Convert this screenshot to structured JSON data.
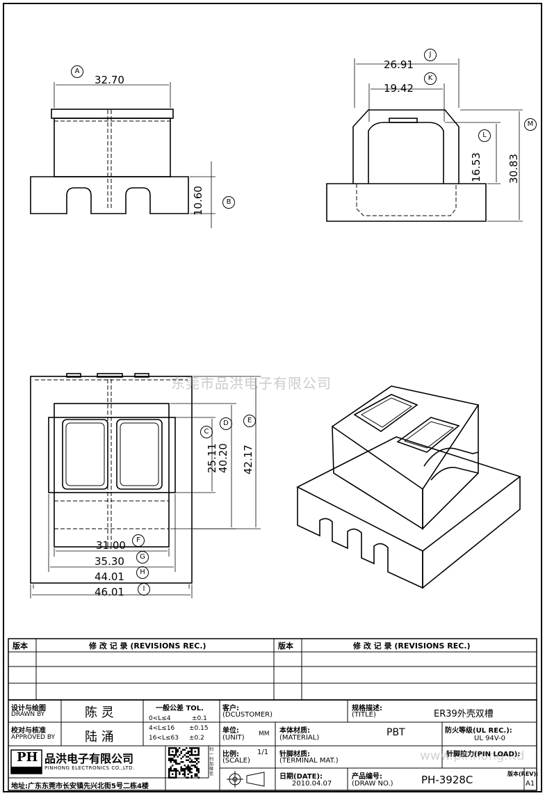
{
  "watermark": "东莞市品洪电子有限公司",
  "watermark_url": "www.pinhong.ltd",
  "dimensions": [
    {
      "id": "A",
      "value": "32.70"
    },
    {
      "id": "B",
      "value": "10.60"
    },
    {
      "id": "J",
      "value": "26.91"
    },
    {
      "id": "K",
      "value": "19.42"
    },
    {
      "id": "L",
      "value": "16.53"
    },
    {
      "id": "M",
      "value": "30.83"
    },
    {
      "id": "C",
      "value": "25.11"
    },
    {
      "id": "D",
      "value": "40.20"
    },
    {
      "id": "E",
      "value": "42.17"
    },
    {
      "id": "F",
      "value": "31.00"
    },
    {
      "id": "G",
      "value": "35.30"
    },
    {
      "id": "H",
      "value": "44.01"
    },
    {
      "id": "I",
      "value": "46.01"
    }
  ],
  "revisions": {
    "version_header": "版本",
    "record_header": "修 改 记 录 (REVISIONS REC.)"
  },
  "title_block": {
    "designer_label_cn": "设计与绘图",
    "designer_label_en": "DRAWN BY",
    "designer_name": "陈 灵",
    "approver_label_cn": "校对与核准",
    "approver_label_en": "APPROVED BY",
    "approver_name": "陆 涌",
    "tol_title": "一般公差 TOL.",
    "tol_rows": [
      {
        "range": "0<L≤4",
        "tol": "±0.1"
      },
      {
        "range": "4<L≤16",
        "tol": "±0.15"
      },
      {
        "range": "16<L≤63",
        "tol": "±0.2"
      }
    ],
    "customer_label_cn": "客户:",
    "customer_label_en": "(DCUSTOMER)",
    "title_label_cn": "规格描述:",
    "title_label_en": "(TITLE)",
    "title_value": "ER39外壳双槽",
    "unit_label_cn": "单位:",
    "unit_label_en": "(UNIT)",
    "unit_value": "MM",
    "material_label_cn": "本体材质:",
    "material_label_en": "(MATERIAL)",
    "material_value": "PBT",
    "fire_label": "防火等级(UL REC.):",
    "fire_value": "UL 94V-0",
    "scale_label_cn": "比例:",
    "scale_label_en": "(SCALE)",
    "scale_value": "1/1",
    "terminal_label_cn": "针脚材质:",
    "terminal_label_en": "(TERMINAL MAT.)",
    "pin_load_label": "针脚拉力(PIN LOAD):",
    "date_label": "日期(DATE):",
    "date_value": "2010.04.07",
    "drawno_label_cn": "产品编号:",
    "drawno_label_en": "(DRAW NO.)",
    "drawno_value": "PH-3928C",
    "rev_label": "版本(REV):",
    "rev_value": "A1",
    "company_cn": "品洪电子有限公司",
    "company_en": "PINHONG ELECTRONICS CO.,LTD.",
    "logo_text": "PH",
    "qr_caption": "扫一扫加微信",
    "address": "地址:广东东莞市长安镇先兴北街5号二栋4楼"
  }
}
